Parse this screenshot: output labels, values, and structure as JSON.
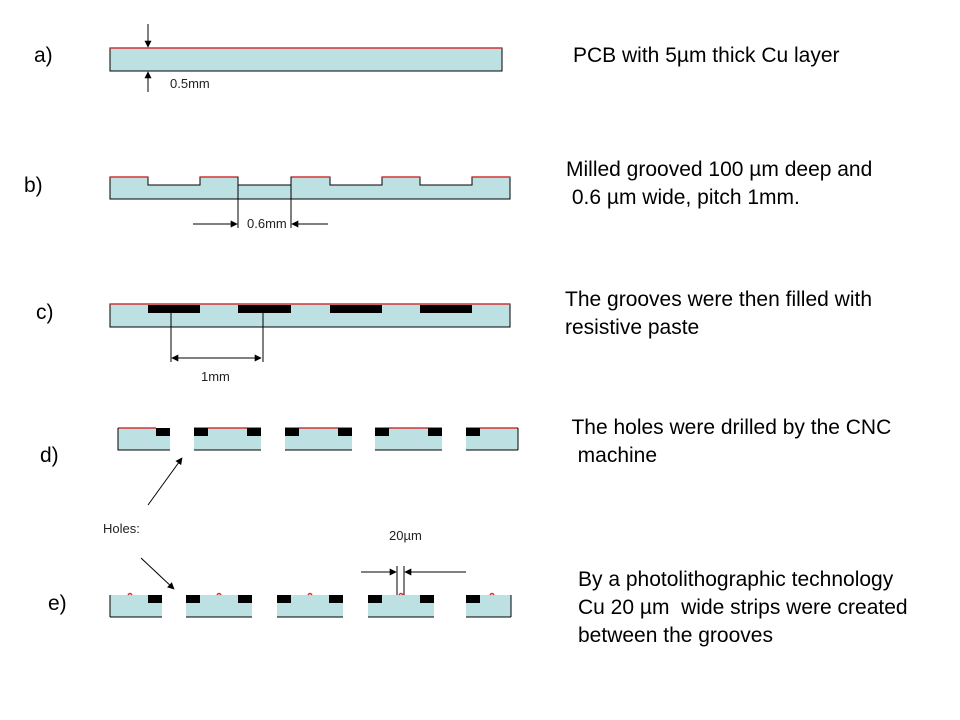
{
  "colors": {
    "substrate": "#bde0e3",
    "copper": "#d33434",
    "paste": "#000000",
    "outline": "#000000"
  },
  "steps": [
    {
      "label": "a)",
      "lines": [
        "PCB with 5µm thick Cu layer"
      ]
    },
    {
      "label": "b)",
      "lines": [
        "Milled grooved 100 µm deep and",
        " 0.6 µm wide, pitch 1mm."
      ]
    },
    {
      "label": "c)",
      "lines": [
        "The grooves were then filled with",
        "resistive paste"
      ]
    },
    {
      "label": "d)",
      "lines": [
        " The holes were drilled by the CNC",
        "  machine"
      ]
    },
    {
      "label": "e)",
      "lines": [
        "By a photolithographic technology",
        "Cu 20 µm  wide strips were created",
        "between the grooves"
      ]
    }
  ],
  "dimensions": {
    "thickness": "0.5mm",
    "groove_width": "0.6mm",
    "pitch": "1mm",
    "strip_width": "20µm",
    "holes": "Holes:"
  }
}
